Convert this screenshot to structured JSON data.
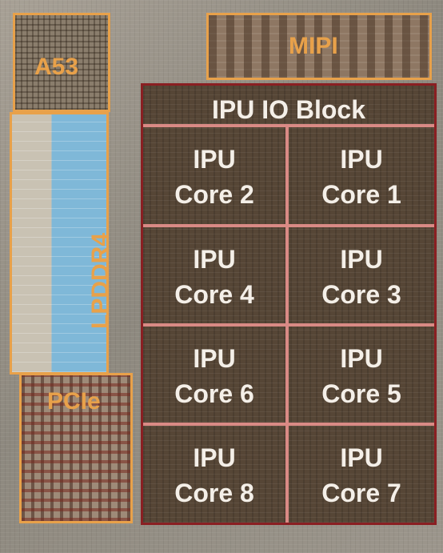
{
  "blocks": {
    "a53": "A53",
    "mipi": "MIPI",
    "lpddr4": "LPDDR4",
    "pcie": "PCIe",
    "ipu_io": "IPU IO Block"
  },
  "ipu_cores": [
    {
      "line1": "IPU",
      "line2": "Core 2"
    },
    {
      "line1": "IPU",
      "line2": "Core 1"
    },
    {
      "line1": "IPU",
      "line2": "Core 4"
    },
    {
      "line1": "IPU",
      "line2": "Core 3"
    },
    {
      "line1": "IPU",
      "line2": "Core 6"
    },
    {
      "line1": "IPU",
      "line2": "Core 5"
    },
    {
      "line1": "IPU",
      "line2": "Core 8"
    },
    {
      "line1": "IPU",
      "line2": "Core 7"
    }
  ],
  "colors": {
    "outline_orange": "#e8a14a",
    "ipu_border": "#8a1f22",
    "ipu_divider": "#d98a85",
    "label_white": "#f4efe8"
  }
}
